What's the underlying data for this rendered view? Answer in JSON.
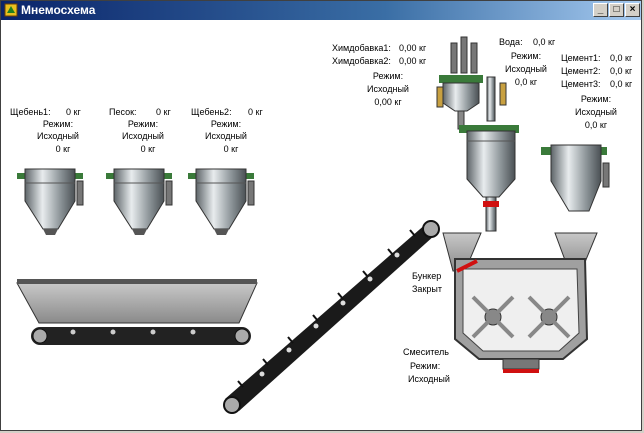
{
  "window": {
    "title": "Мнемосхема",
    "buttons": [
      "_",
      "□",
      "×"
    ]
  },
  "aggregates": [
    {
      "name": "Щебень1:",
      "value": "0 кг",
      "mode_label": "Режим:",
      "mode": "Исходный",
      "flow": "0 кг"
    },
    {
      "name": "Песок:",
      "value": "0 кг",
      "mode_label": "Режим:",
      "mode": "Исходный",
      "flow": "0 кг"
    },
    {
      "name": "Щебень2:",
      "value": "0 кг",
      "mode_label": "Режим:",
      "mode": "Исходный",
      "flow": "0 кг"
    }
  ],
  "additives": {
    "items": [
      {
        "name": "Химдобавка1:",
        "value": "0,00 кг"
      },
      {
        "name": "Химдобавка2:",
        "value": "0,00 кг"
      }
    ],
    "mode_label": "Режим:",
    "mode": "Исходный",
    "flow": "0,00 кг"
  },
  "water": {
    "name": "Вода:",
    "value": "0,0 кг",
    "mode_label": "Режим:",
    "mode": "Исходный",
    "flow": "0,0 кг"
  },
  "cement": {
    "items": [
      {
        "name": "Цемент1:",
        "value": "0,0 кг"
      },
      {
        "name": "Цемент2:",
        "value": "0,0 кг"
      },
      {
        "name": "Цемент3:",
        "value": "0,0 кг"
      }
    ],
    "mode_label": "Режим:",
    "mode": "Исходный",
    "flow": "0,0 кг"
  },
  "bunker": {
    "line1": "Бункер",
    "line2": "Закрыт"
  },
  "mixer": {
    "name": "Смеситель",
    "mode_label": "Режим:",
    "mode": "Исходный"
  },
  "colors": {
    "accent_red": "#d01010",
    "hopper_green": "#3a7a3a",
    "metal": "#9aa2a8"
  }
}
